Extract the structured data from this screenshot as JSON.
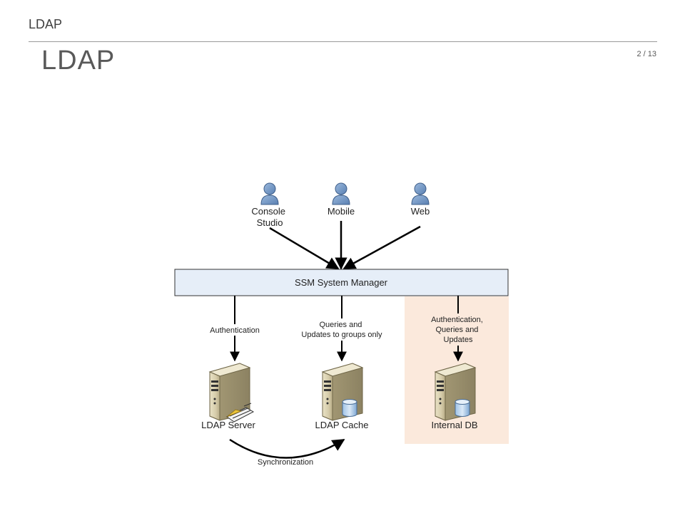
{
  "header": {
    "title": "LDAP"
  },
  "slide": {
    "title": "LDAP",
    "page_number": "2 / 13"
  },
  "diagram": {
    "clients": [
      {
        "lines": [
          "Console",
          "Studio"
        ]
      },
      {
        "lines": [
          "Mobile"
        ]
      },
      {
        "lines": [
          "Web"
        ]
      }
    ],
    "manager": {
      "label": "SSM System Manager"
    },
    "edges": {
      "auth": {
        "lines": [
          "Authentication"
        ]
      },
      "queries": {
        "lines": [
          "Queries and",
          "Updates to groups only"
        ]
      },
      "internal": {
        "lines": [
          "Authentication,",
          "Queries and",
          "Updates"
        ]
      },
      "sync": {
        "lines": [
          "Synchronization"
        ]
      }
    },
    "servers": {
      "ldap_server": {
        "label": "LDAP Server"
      },
      "ldap_cache": {
        "label": "LDAP Cache"
      },
      "internal_db": {
        "label": "Internal DB"
      }
    },
    "colors": {
      "manager_fill": "#e6eef8",
      "internal_panel": "#fbe9dc",
      "user_icon": "#6e93c2"
    }
  }
}
